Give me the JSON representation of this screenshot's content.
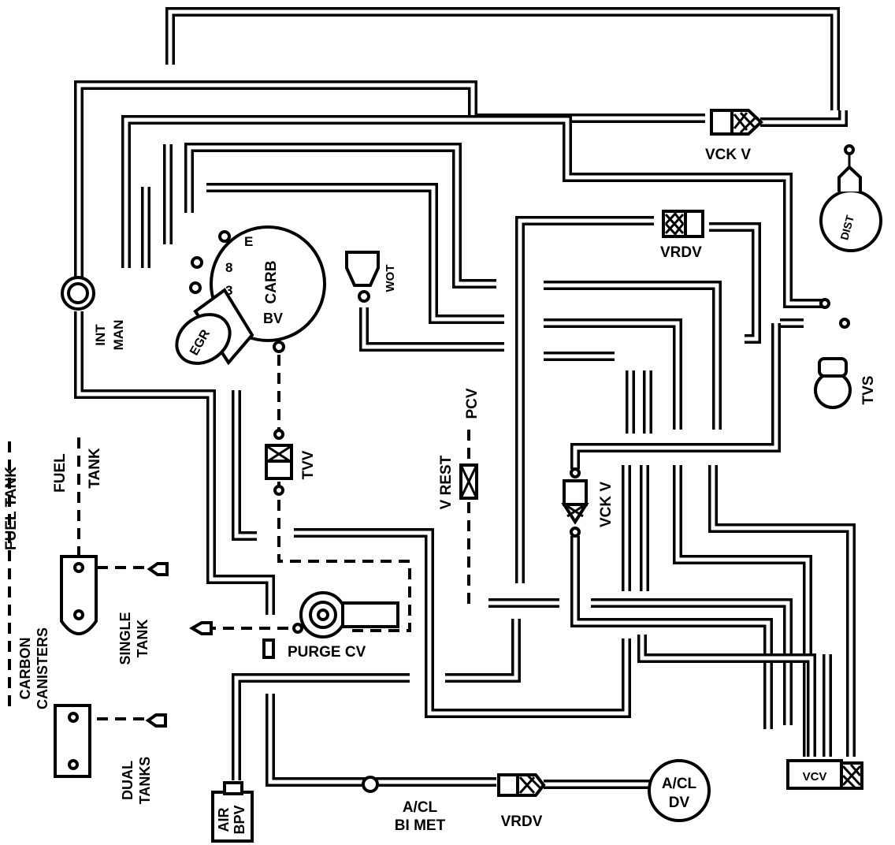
{
  "labels": {
    "vck_v_top": "VCK V",
    "dist": "DIST",
    "vrdv_top": "VRDV",
    "e": "E",
    "eight": "8",
    "three": "3",
    "carb": "CARB",
    "bv": "BV",
    "wot": "WOT",
    "egr": "EGR",
    "int_man_1": "INT",
    "int_man_2": "MAN",
    "tvs": "TVS",
    "pcv": "PCV",
    "v_rest": "V REST",
    "tvv": "TVV",
    "vck_v_mid": "VCK V",
    "fuel_tank_left": "FUEL TANK",
    "fuel_1": "FUEL",
    "fuel_2": "TANK",
    "carbon_1": "CARBON",
    "carbon_2": "CANISTERS",
    "single_1": "SINGLE",
    "single_2": "TANK",
    "purge_cv": "PURGE CV",
    "dual_1": "DUAL",
    "dual_2": "TANKS",
    "air_bpv_1": "AIR",
    "air_bpv_2": "BPV",
    "acl_bimet_1": "A/CL",
    "acl_bimet_2": "BI MET",
    "vrdv_bottom": "VRDV",
    "acl_dv_1": "A/CL",
    "acl_dv_2": "DV",
    "vcv": "VCV"
  }
}
